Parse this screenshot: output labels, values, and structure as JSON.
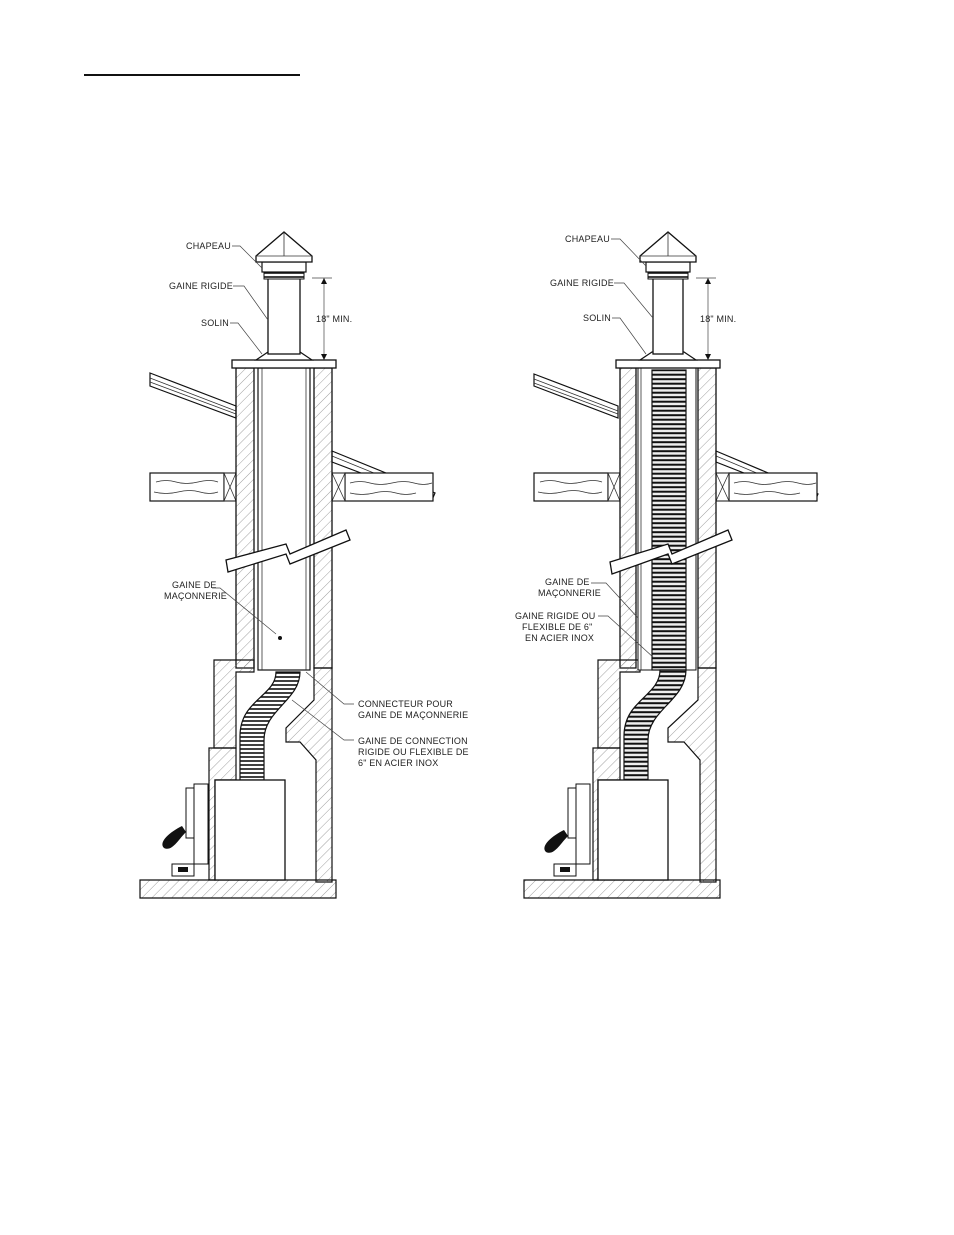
{
  "page": {
    "heading_rule": true
  },
  "left_figure": {
    "cap_label": "CHAPEAU",
    "rigid_label": "GAINE RIGIDE",
    "flashing_label": "SOLIN",
    "clearance_label": "18\" MIN.",
    "liner_label": [
      "GAINE DE",
      "MAÇONNERIE"
    ],
    "connector_label": [
      "CONNECTEUR POUR",
      "GAINE DE MAÇONNERIE"
    ],
    "flex_label": [
      "GAINE DE CONNECTION",
      "RIGIDE OU FLEXIBLE DE",
      "6\" EN ACIER INOX"
    ]
  },
  "right_figure": {
    "cap_label": "CHAPEAU",
    "rigid_label": "GAINE RIGIDE",
    "flashing_label": "SOLIN",
    "clearance_label": "18\" MIN.",
    "liner_label": [
      "GAINE DE",
      "MAÇONNERIE"
    ],
    "flex_label": [
      "GAINE RIGIDE OU",
      "FLEXIBLE DE 6\"",
      "EN ACIER INOX"
    ]
  }
}
